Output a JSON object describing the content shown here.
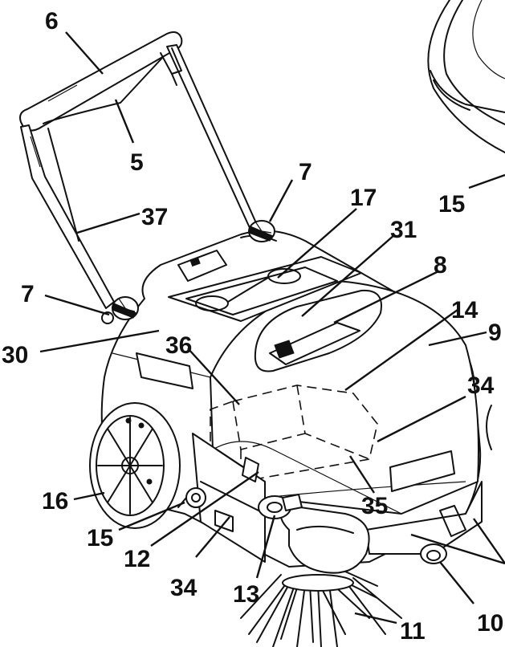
{
  "figure": {
    "callouts": [
      {
        "id": "c6",
        "text": "6"
      },
      {
        "id": "c5",
        "text": "5"
      },
      {
        "id": "c37",
        "text": "37"
      },
      {
        "id": "c7a",
        "text": "7"
      },
      {
        "id": "c17",
        "text": "17"
      },
      {
        "id": "c15a",
        "text": "15"
      },
      {
        "id": "c31",
        "text": "31"
      },
      {
        "id": "c8",
        "text": "8"
      },
      {
        "id": "c7b",
        "text": "7"
      },
      {
        "id": "c14",
        "text": "14"
      },
      {
        "id": "c9",
        "text": "9"
      },
      {
        "id": "c30",
        "text": "30"
      },
      {
        "id": "c36",
        "text": "36"
      },
      {
        "id": "c34a",
        "text": "34"
      },
      {
        "id": "c16",
        "text": "16"
      },
      {
        "id": "c35",
        "text": "35"
      },
      {
        "id": "c15b",
        "text": "15"
      },
      {
        "id": "c12",
        "text": "12"
      },
      {
        "id": "c34b",
        "text": "34"
      },
      {
        "id": "c13",
        "text": "13"
      },
      {
        "id": "c11",
        "text": "11"
      },
      {
        "id": "c10",
        "text": "10"
      }
    ]
  },
  "colors": {
    "line": "#111111",
    "background": "#ffffff"
  }
}
